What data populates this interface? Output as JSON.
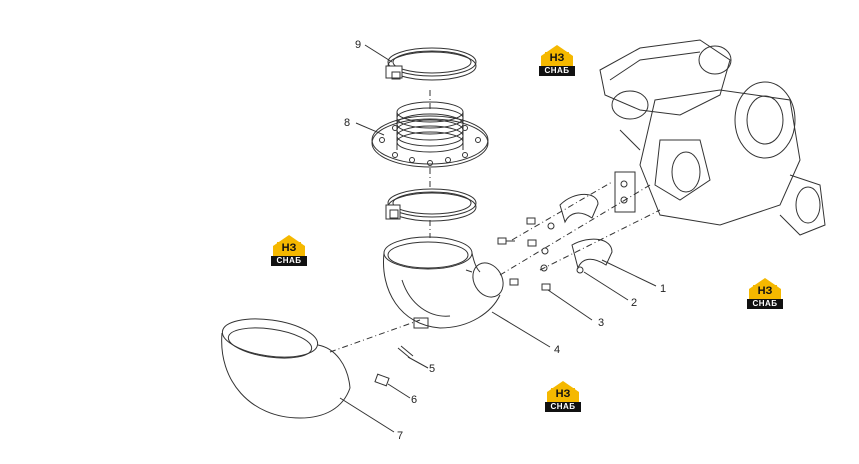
{
  "callouts": [
    {
      "id": "c1",
      "label": "1"
    },
    {
      "id": "c2",
      "label": "2"
    },
    {
      "id": "c3",
      "label": "3"
    },
    {
      "id": "c4",
      "label": "4"
    },
    {
      "id": "c5",
      "label": "5"
    },
    {
      "id": "c6",
      "label": "6"
    },
    {
      "id": "c7",
      "label": "7"
    },
    {
      "id": "c8",
      "label": "8"
    },
    {
      "id": "c9",
      "label": "9"
    }
  ],
  "watermark": {
    "mark": "НЗ",
    "brand": "СНАБ"
  },
  "colors": {
    "line": "#333333",
    "logo_yellow": "#f5b800",
    "logo_black": "#111111"
  }
}
